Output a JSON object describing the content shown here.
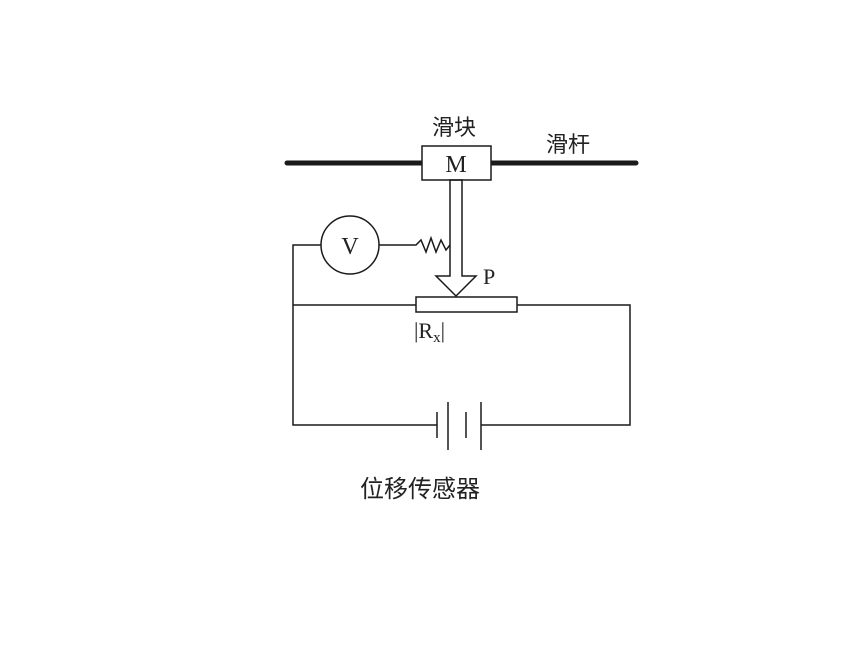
{
  "labels": {
    "slider_block": "滑块",
    "slide_rod": "滑杆",
    "mass": "M",
    "voltmeter": "V",
    "contact_point": "P",
    "resistor_main": "R",
    "resistor_sub": "x",
    "caption": "位移传感器"
  }
}
